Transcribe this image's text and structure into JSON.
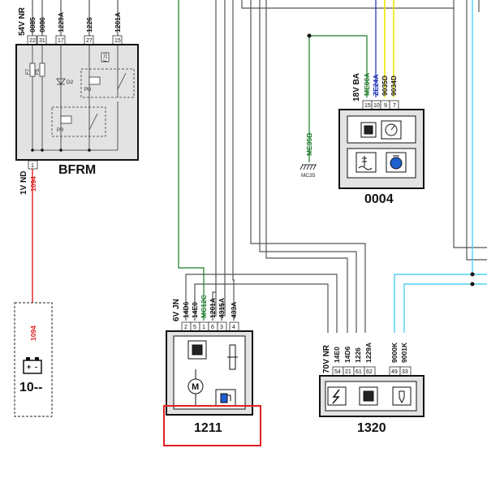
{
  "colors": {
    "grey_wire": "#555555",
    "red_wire": "#e02020",
    "green_wire": "#1a7a2a",
    "blue_wire": "#1a2ab0",
    "yellow_wire": "#f2e600",
    "cyan_wire": "#4fd0f0",
    "highlight": "#e02020"
  },
  "bfrm": {
    "name": "BFRM",
    "connector": "54V NR",
    "pins": [
      {
        "pin": "22",
        "wire": "0085"
      },
      {
        "pin": "31",
        "wire": "0086"
      },
      {
        "pin": "17",
        "wire": "1229A"
      },
      {
        "pin": "27",
        "wire": "1226"
      },
      {
        "pin": "15",
        "wire": "1201A"
      }
    ],
    "internal_labels": [
      "F7",
      "F5",
      "D2",
      "F20",
      "PU",
      "PR"
    ],
    "bottom_connector": "1V ND",
    "bottom_pin": "1",
    "bottom_wire": "1094"
  },
  "battery": {
    "name": "10--",
    "wire": "1094",
    "icon": "battery-icon"
  },
  "module_0004": {
    "name": "0004",
    "connector": "18V BA",
    "pins": [
      {
        "pin": "15",
        "wire": "ME00A"
      },
      {
        "pin": "10",
        "wire": "ZE24A"
      },
      {
        "pin": "9",
        "wire": "9035D"
      },
      {
        "pin": "7",
        "wire": "9034D"
      }
    ],
    "icons": [
      "ecu-chip-icon",
      "gauge-icon",
      "coolant-temperature-icon",
      "engine-warning-icon"
    ]
  },
  "ground": {
    "wire": "ME35B",
    "name": "MC35"
  },
  "module_1211": {
    "name": "1211",
    "connector": "6V JN",
    "pins": [
      {
        "pin": "2",
        "wire": "14D6"
      },
      {
        "pin": "5",
        "wire": "14E0"
      },
      {
        "pin": "1",
        "wire": "MC12C"
      },
      {
        "pin": "6",
        "wire": "1201A"
      },
      {
        "pin": "3",
        "wire": "4315A"
      },
      {
        "pin": "4",
        "wire": "433A"
      }
    ],
    "icons": [
      "ecu-chip-icon",
      "potentiometer-icon",
      "motor-icon",
      "fuel-pump-icon"
    ],
    "motor_letter": "M"
  },
  "module_1320": {
    "name": "1320",
    "connector": "70V NR",
    "pins": [
      {
        "pin": "54",
        "wire": "14E0"
      },
      {
        "pin": "21",
        "wire": "14D6"
      },
      {
        "pin": "61",
        "wire": "1226"
      },
      {
        "pin": "62",
        "wire": "1229A"
      },
      {
        "pin": "49",
        "wire": "9000K"
      },
      {
        "pin": "33",
        "wire": "9001K"
      }
    ],
    "icons": [
      "lightning-icon",
      "ecu-chip-icon",
      "injector-icon"
    ]
  }
}
